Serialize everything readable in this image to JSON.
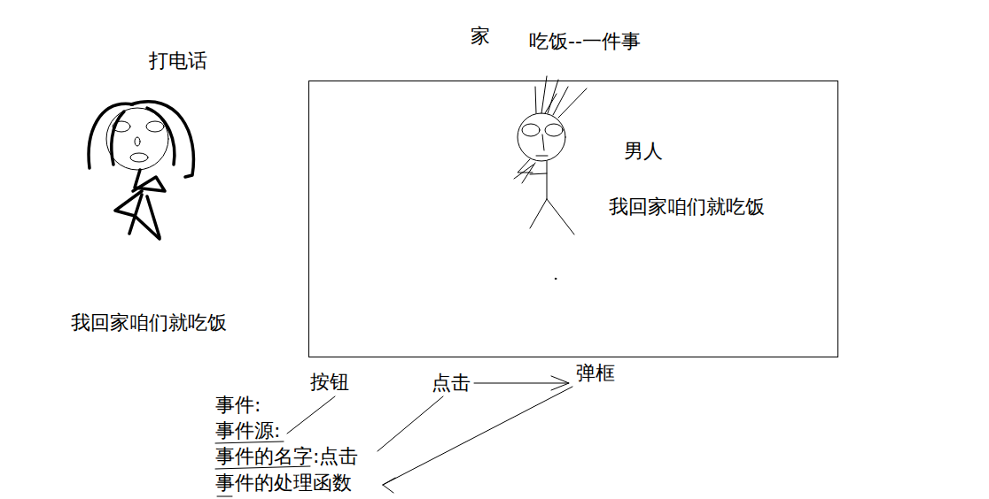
{
  "diagram": {
    "nodes": [
      {
        "text": [
          "家",
          "男人",
          "我回家咱们就吃饭"
        ]
      }
    ],
    "labels": [
      "打电话",
      "我回家咱们就吃饭",
      "吃饭--一件事",
      "按钮",
      "点击",
      "弹框",
      "事件:",
      "事件源:",
      "事件的名字:点击",
      "事件的处理函数"
    ]
  }
}
